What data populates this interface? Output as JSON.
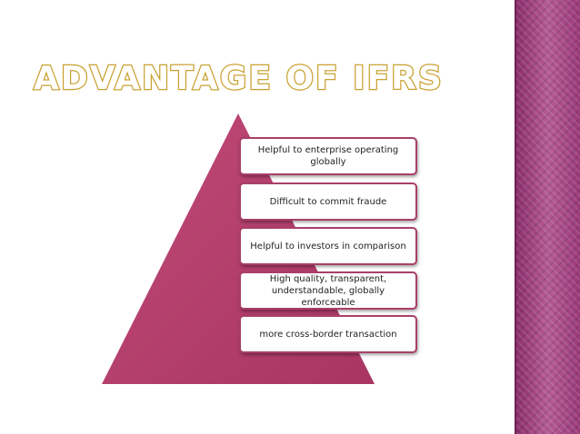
{
  "slide": {
    "title": "ADVANTAGE OF IFRS",
    "accent_color": "#b03a6a",
    "title_outline_color": "#c9a131",
    "sidebar_color": "#a0407e",
    "advantages": [
      "Helpful to enterprise operating globally",
      "Difficult to commit fraude",
      "Helpful to investors in comparison",
      "High quality, transparent, understandable, globally enforceable",
      "more cross-border transaction"
    ]
  }
}
